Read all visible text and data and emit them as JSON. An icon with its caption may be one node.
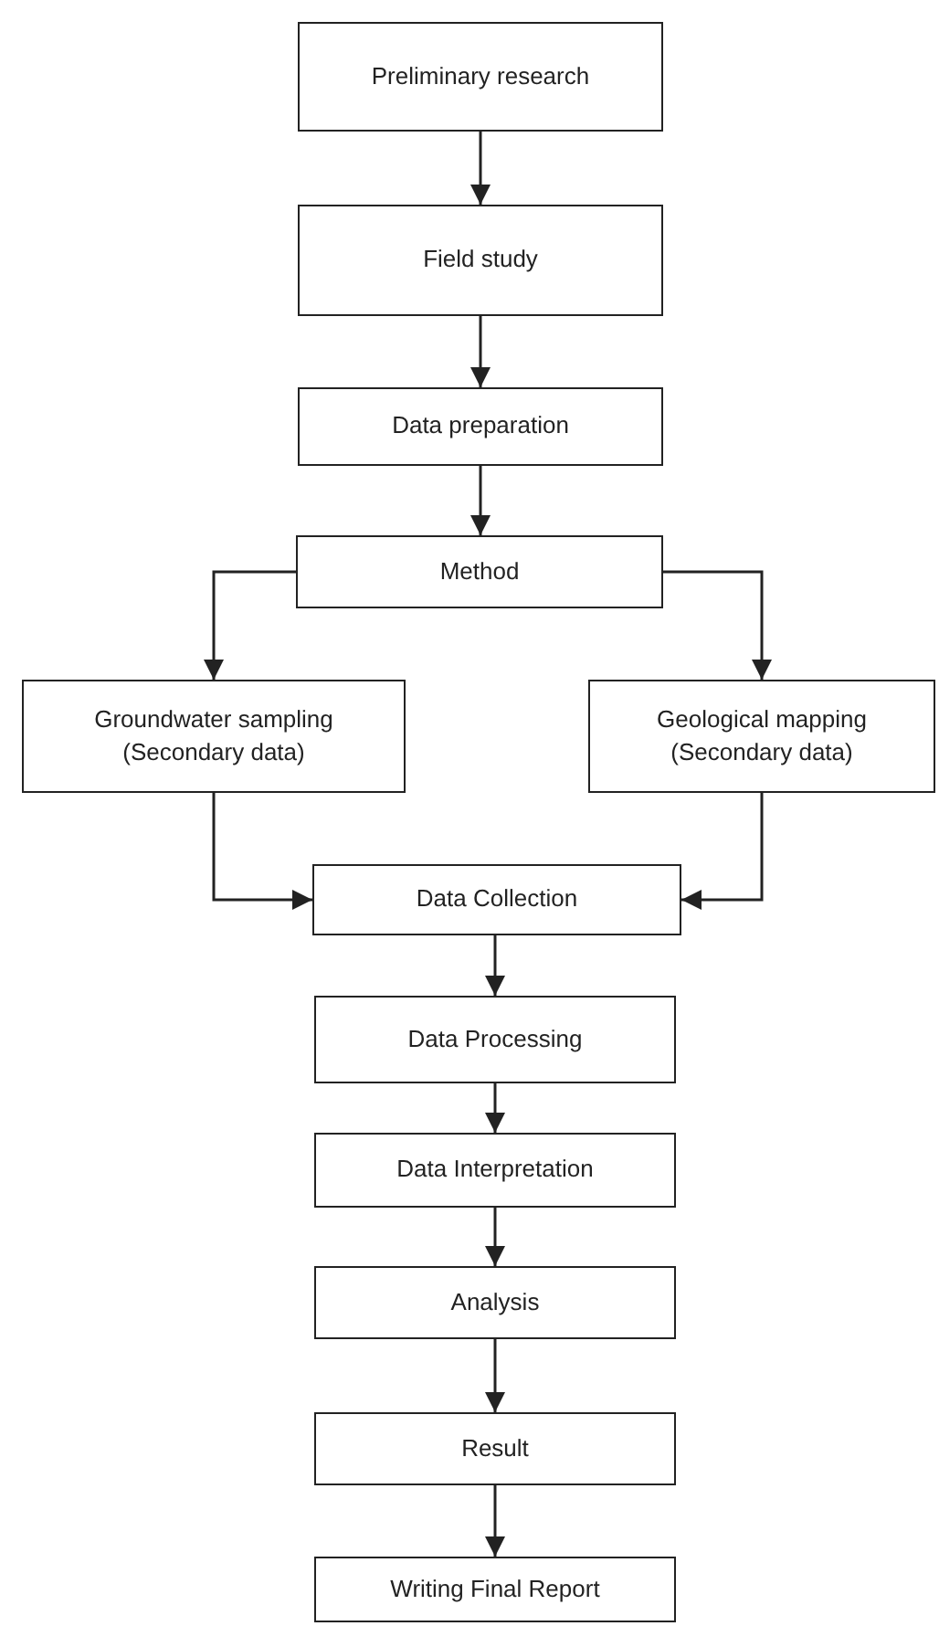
{
  "diagram": {
    "nodes": [
      {
        "text": [
          "Preliminary research"
        ]
      },
      {
        "text": [
          "Field study"
        ]
      },
      {
        "text": [
          "Data preparation"
        ]
      },
      {
        "text": [
          "Method"
        ]
      },
      {
        "text": [
          "Groundwater sampling (Secondary data)"
        ]
      },
      {
        "text": [
          "Geological mapping (Secondary data)"
        ]
      },
      {
        "text": [
          "Data Collection"
        ]
      },
      {
        "text": [
          "Data Processing"
        ]
      },
      {
        "text": [
          "Data Interpretation"
        ]
      },
      {
        "text": [
          "Analysis"
        ]
      },
      {
        "text": [
          "Result"
        ]
      },
      {
        "text": [
          "Writing Final Report"
        ]
      }
    ],
    "edges": [
      {
        "from": 0,
        "to": 1,
        "arrow": "to"
      },
      {
        "from": 1,
        "to": 2,
        "arrow": "to"
      },
      {
        "from": 2,
        "to": 3,
        "arrow": "to"
      },
      {
        "from": 3,
        "to": 4,
        "arrow": "to"
      },
      {
        "from": 3,
        "to": 5,
        "arrow": "to"
      },
      {
        "from": 4,
        "to": 6,
        "arrow": "to"
      },
      {
        "from": 5,
        "to": 6,
        "arrow": "to"
      },
      {
        "from": 6,
        "to": 7,
        "arrow": "to"
      },
      {
        "from": 7,
        "to": 8,
        "arrow": "to"
      },
      {
        "from": 8,
        "to": 9,
        "arrow": "to"
      },
      {
        "from": 9,
        "to": 10,
        "arrow": "to"
      },
      {
        "from": 10,
        "to": 11,
        "arrow": "to"
      }
    ]
  }
}
